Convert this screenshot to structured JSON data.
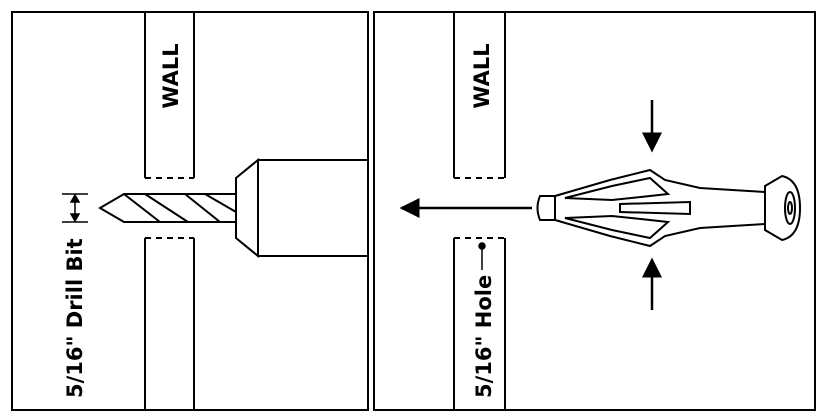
{
  "left_panel": {
    "wall_label": "WALL",
    "drill_label": "5/16\" Drill Bit"
  },
  "right_panel": {
    "wall_label": "WALL",
    "hole_label": "5/16\" Hole"
  },
  "colors": {
    "ink": "#000000",
    "background": "#ffffff"
  }
}
